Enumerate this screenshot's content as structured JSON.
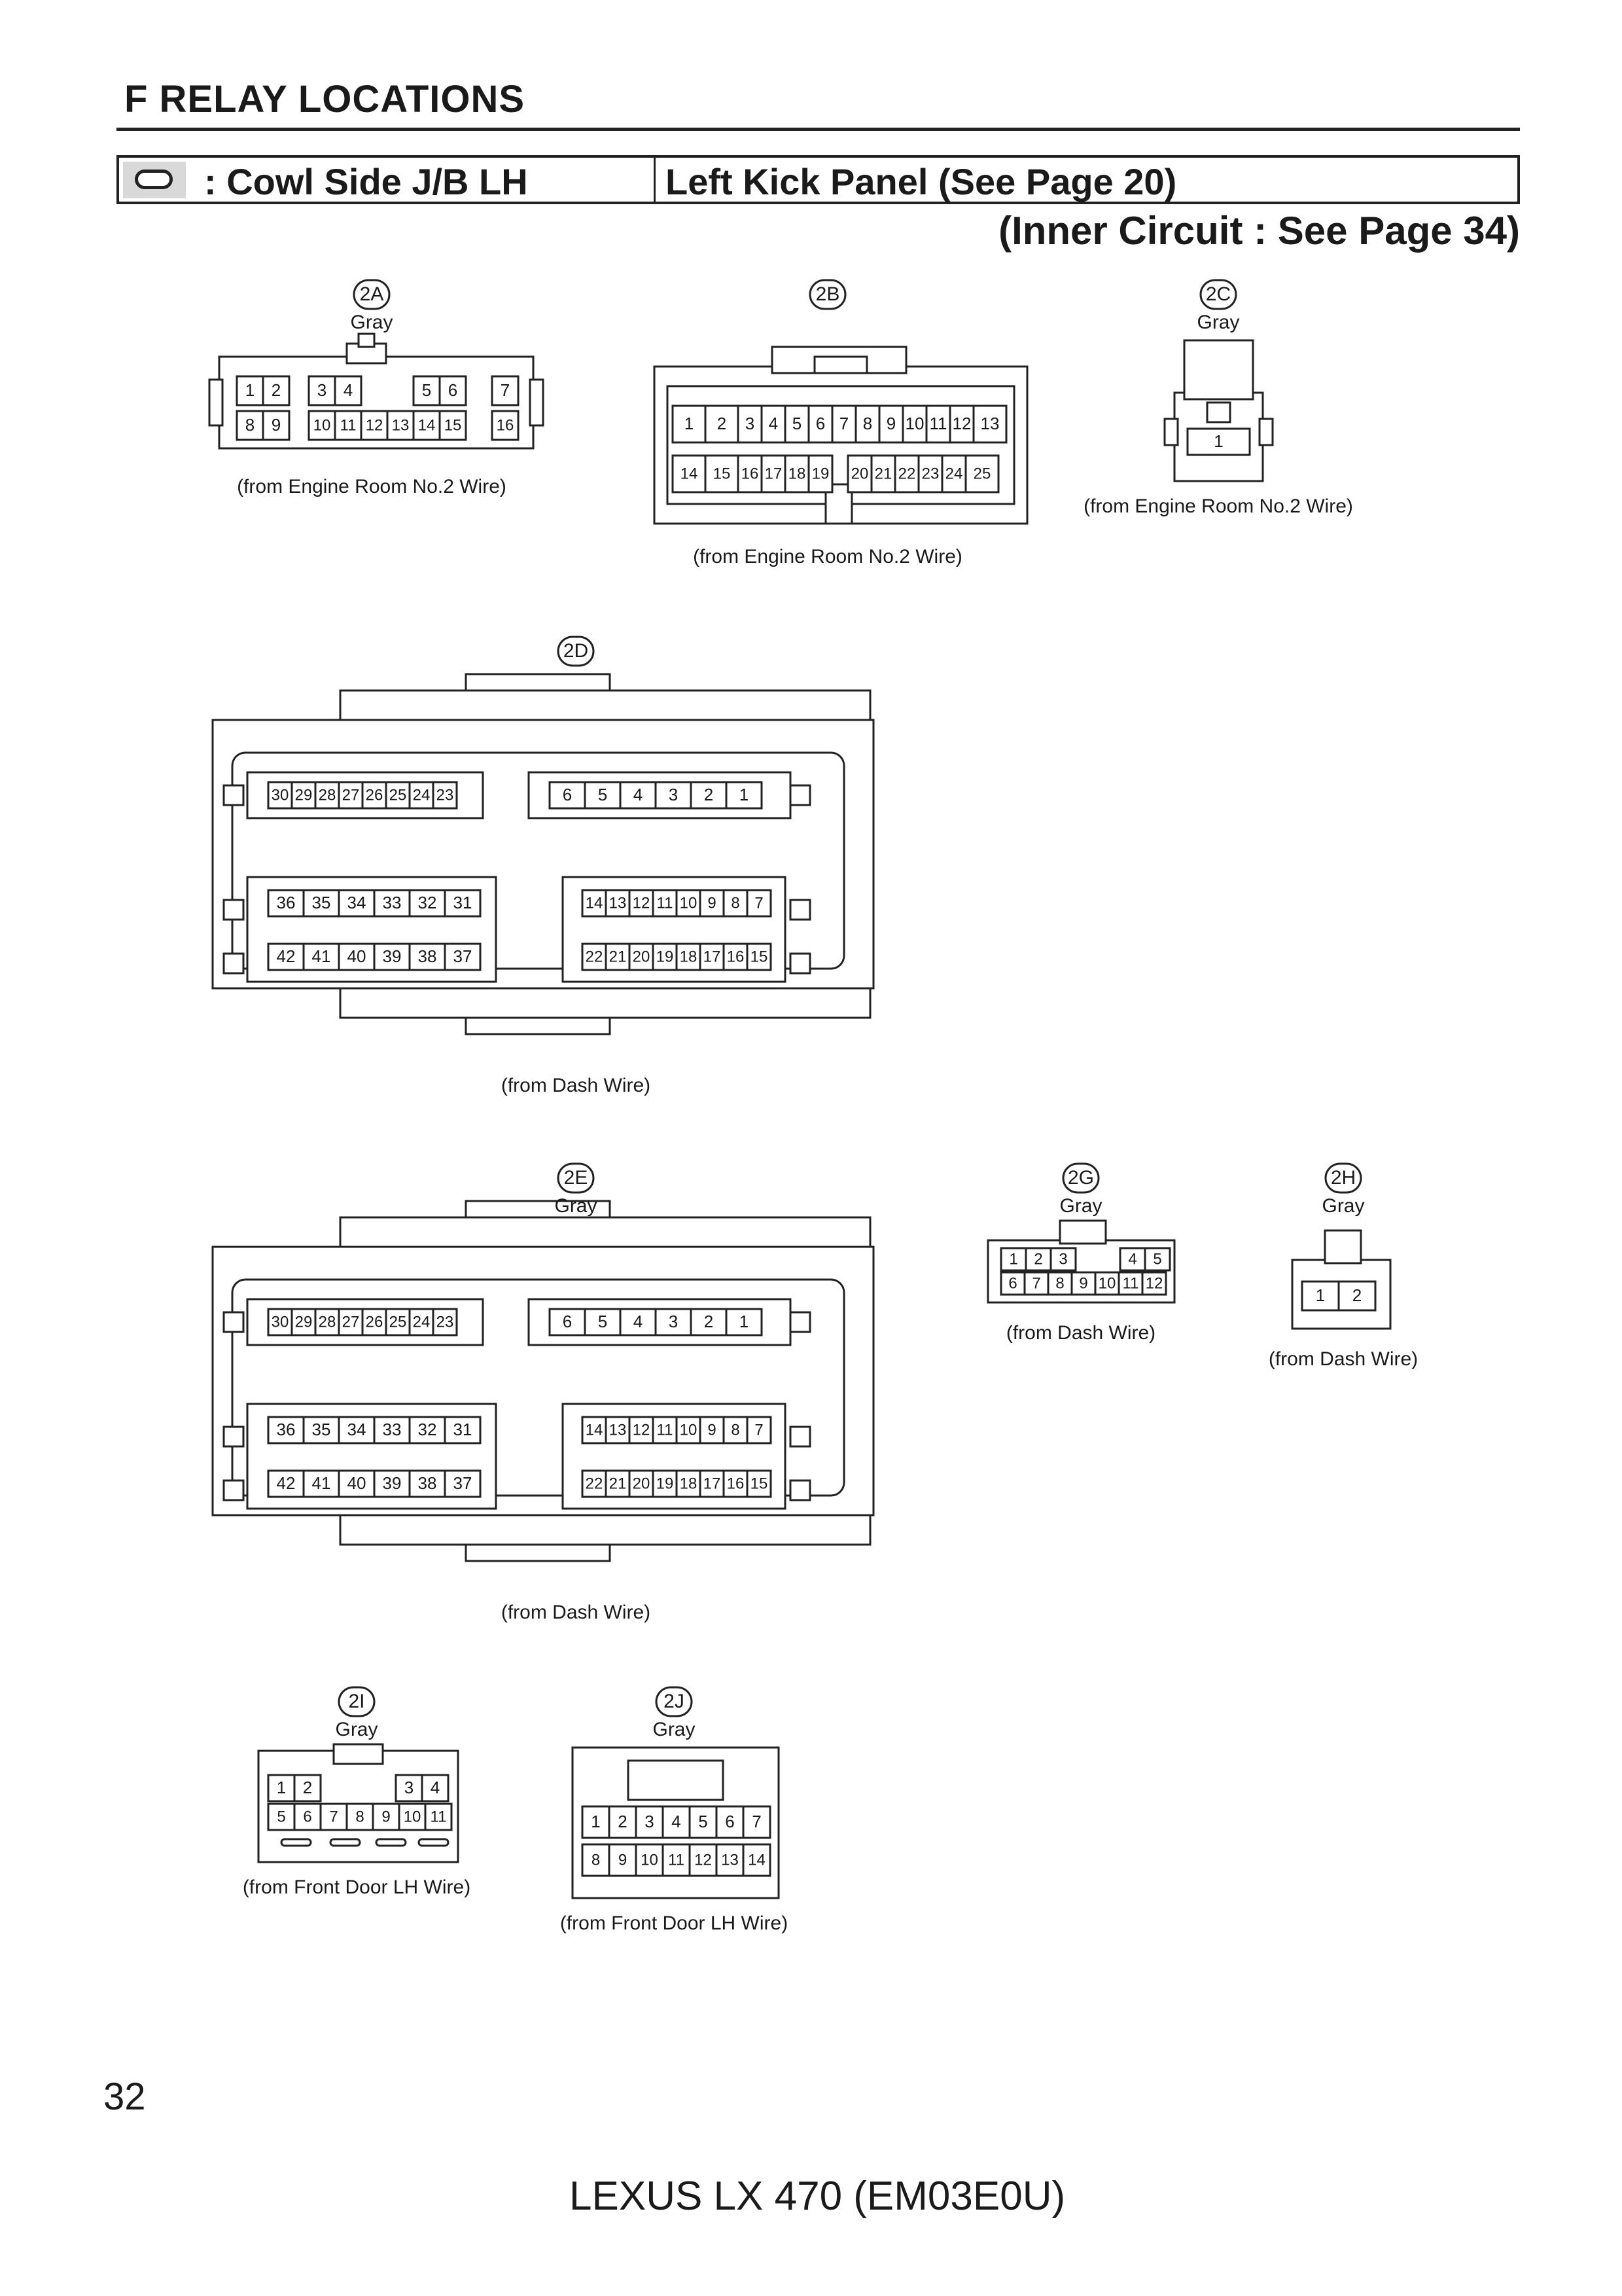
{
  "section": {
    "title": "F  RELAY LOCATIONS"
  },
  "header": {
    "junction_block": ": Cowl Side J/B LH",
    "location": "Left Kick Panel (See Page 20)",
    "inner_circuit": "(Inner Circuit : See Page 34)"
  },
  "connectors": {
    "c2A": {
      "code": "2A",
      "color": "Gray",
      "source": "(from Engine Room No.2 Wire)",
      "rows": [
        [
          "1",
          "2",
          "3",
          "4",
          "5",
          "6",
          "7"
        ],
        [
          "8",
          "9",
          "10",
          "11",
          "12",
          "13",
          "14",
          "15",
          "16"
        ]
      ]
    },
    "c2B": {
      "code": "2B",
      "source": "(from Engine Room No.2 Wire)",
      "rows": [
        [
          "1",
          "2",
          "3",
          "4",
          "5",
          "6",
          "7",
          "8",
          "9",
          "10",
          "11",
          "12",
          "13"
        ],
        [
          "14",
          "15",
          "16",
          "17",
          "18",
          "19",
          "20",
          "21",
          "22",
          "23",
          "24",
          "25"
        ]
      ]
    },
    "c2C": {
      "code": "2C",
      "color": "Gray",
      "source": "(from Engine Room No.2 Wire)",
      "rows": [
        [
          "1"
        ]
      ]
    },
    "c2D": {
      "code": "2D",
      "source": "(from Dash Wire)",
      "rows": [
        [
          "30",
          "29",
          "28",
          "27",
          "26",
          "25",
          "24",
          "23"
        ],
        [
          "6",
          "5",
          "4",
          "3",
          "2",
          "1"
        ],
        [
          "36",
          "35",
          "34",
          "33",
          "32",
          "31"
        ],
        [
          "14",
          "13",
          "12",
          "11",
          "10",
          "9",
          "8",
          "7"
        ],
        [
          "42",
          "41",
          "40",
          "39",
          "38",
          "37"
        ],
        [
          "22",
          "21",
          "20",
          "19",
          "18",
          "17",
          "16",
          "15"
        ]
      ]
    },
    "c2E": {
      "code": "2E",
      "color": "Gray",
      "source": "(from Dash Wire)",
      "rows": [
        [
          "30",
          "29",
          "28",
          "27",
          "26",
          "25",
          "24",
          "23"
        ],
        [
          "6",
          "5",
          "4",
          "3",
          "2",
          "1"
        ],
        [
          "36",
          "35",
          "34",
          "33",
          "32",
          "31"
        ],
        [
          "14",
          "13",
          "12",
          "11",
          "10",
          "9",
          "8",
          "7"
        ],
        [
          "42",
          "41",
          "40",
          "39",
          "38",
          "37"
        ],
        [
          "22",
          "21",
          "20",
          "19",
          "18",
          "17",
          "16",
          "15"
        ]
      ]
    },
    "c2G": {
      "code": "2G",
      "color": "Gray",
      "source": "(from Dash Wire)",
      "rows": [
        [
          "1",
          "2",
          "3",
          "4",
          "5"
        ],
        [
          "6",
          "7",
          "8",
          "9",
          "10",
          "11",
          "12"
        ]
      ]
    },
    "c2H": {
      "code": "2H",
      "color": "Gray",
      "source": "(from Dash Wire)",
      "rows": [
        [
          "1",
          "2"
        ]
      ]
    },
    "c2I": {
      "code": "2I",
      "color": "Gray",
      "source": "(from Front Door LH Wire)",
      "rows": [
        [
          "1",
          "2",
          "3",
          "4"
        ],
        [
          "5",
          "6",
          "7",
          "8",
          "9",
          "10",
          "11"
        ]
      ]
    },
    "c2J": {
      "code": "2J",
      "color": "Gray",
      "source": "(from Front Door LH Wire)",
      "rows": [
        [
          "1",
          "2",
          "3",
          "4",
          "5",
          "6",
          "7"
        ],
        [
          "8",
          "9",
          "10",
          "11",
          "12",
          "13",
          "14"
        ]
      ]
    }
  },
  "footer": {
    "page_number": "32",
    "model": "LEXUS LX 470 (EM03E0U)"
  }
}
